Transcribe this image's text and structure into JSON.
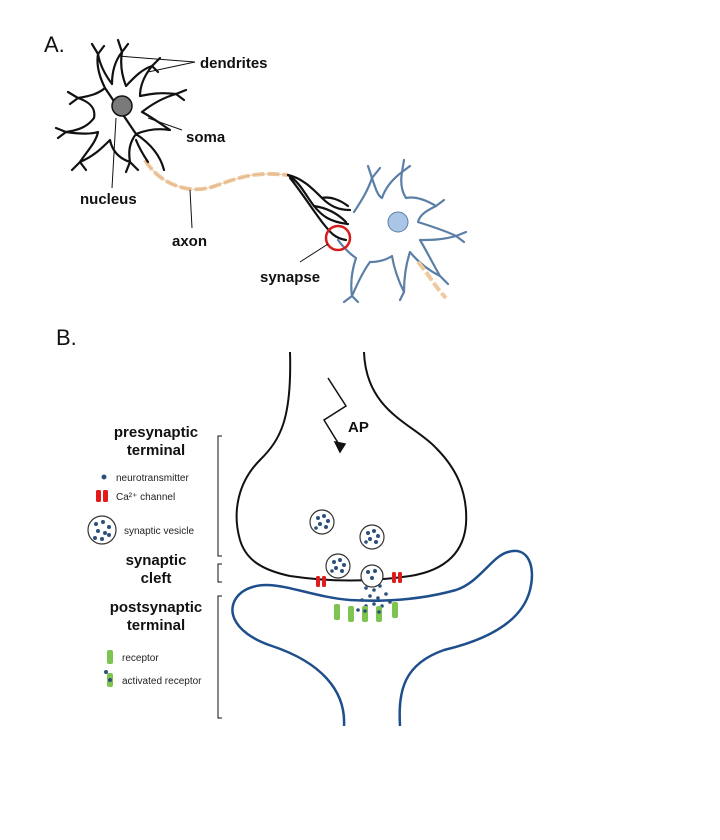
{
  "panel_a": {
    "letter": "A.",
    "labels": {
      "dendrites": "dendrites",
      "soma": "soma",
      "nucleus": "nucleus",
      "axon": "axon",
      "synapse": "synapse"
    }
  },
  "panel_b": {
    "letter": "B.",
    "ap": "AP",
    "sections": {
      "presynaptic_line1": "presynaptic",
      "presynaptic_line2": "terminal",
      "cleft_line1": "synaptic",
      "cleft_line2": "cleft",
      "postsynaptic_line1": "postsynaptic",
      "postsynaptic_line2": "terminal"
    },
    "legend": {
      "neurotransmitter": "neurotransmitter",
      "ca_channel": "Ca²⁺ channel",
      "synaptic_vesicle": "synaptic vesicle",
      "receptor": "receptor",
      "activated_receptor": "activated receptor"
    }
  },
  "colors": {
    "neuron_outline": "#111111",
    "second_neuron": "#5b7fa6",
    "axon": "#efc9a0",
    "nucleus_gray": "#7a7a7a",
    "nucleus_blue": "#a9c6e6",
    "vesicle_dot": "#2c4f7c",
    "post_membrane": "#1f4e8c",
    "channel_red": "#e01b1b",
    "receptor_green": "#7ec450",
    "synapse_circle": "#d81b1b"
  }
}
